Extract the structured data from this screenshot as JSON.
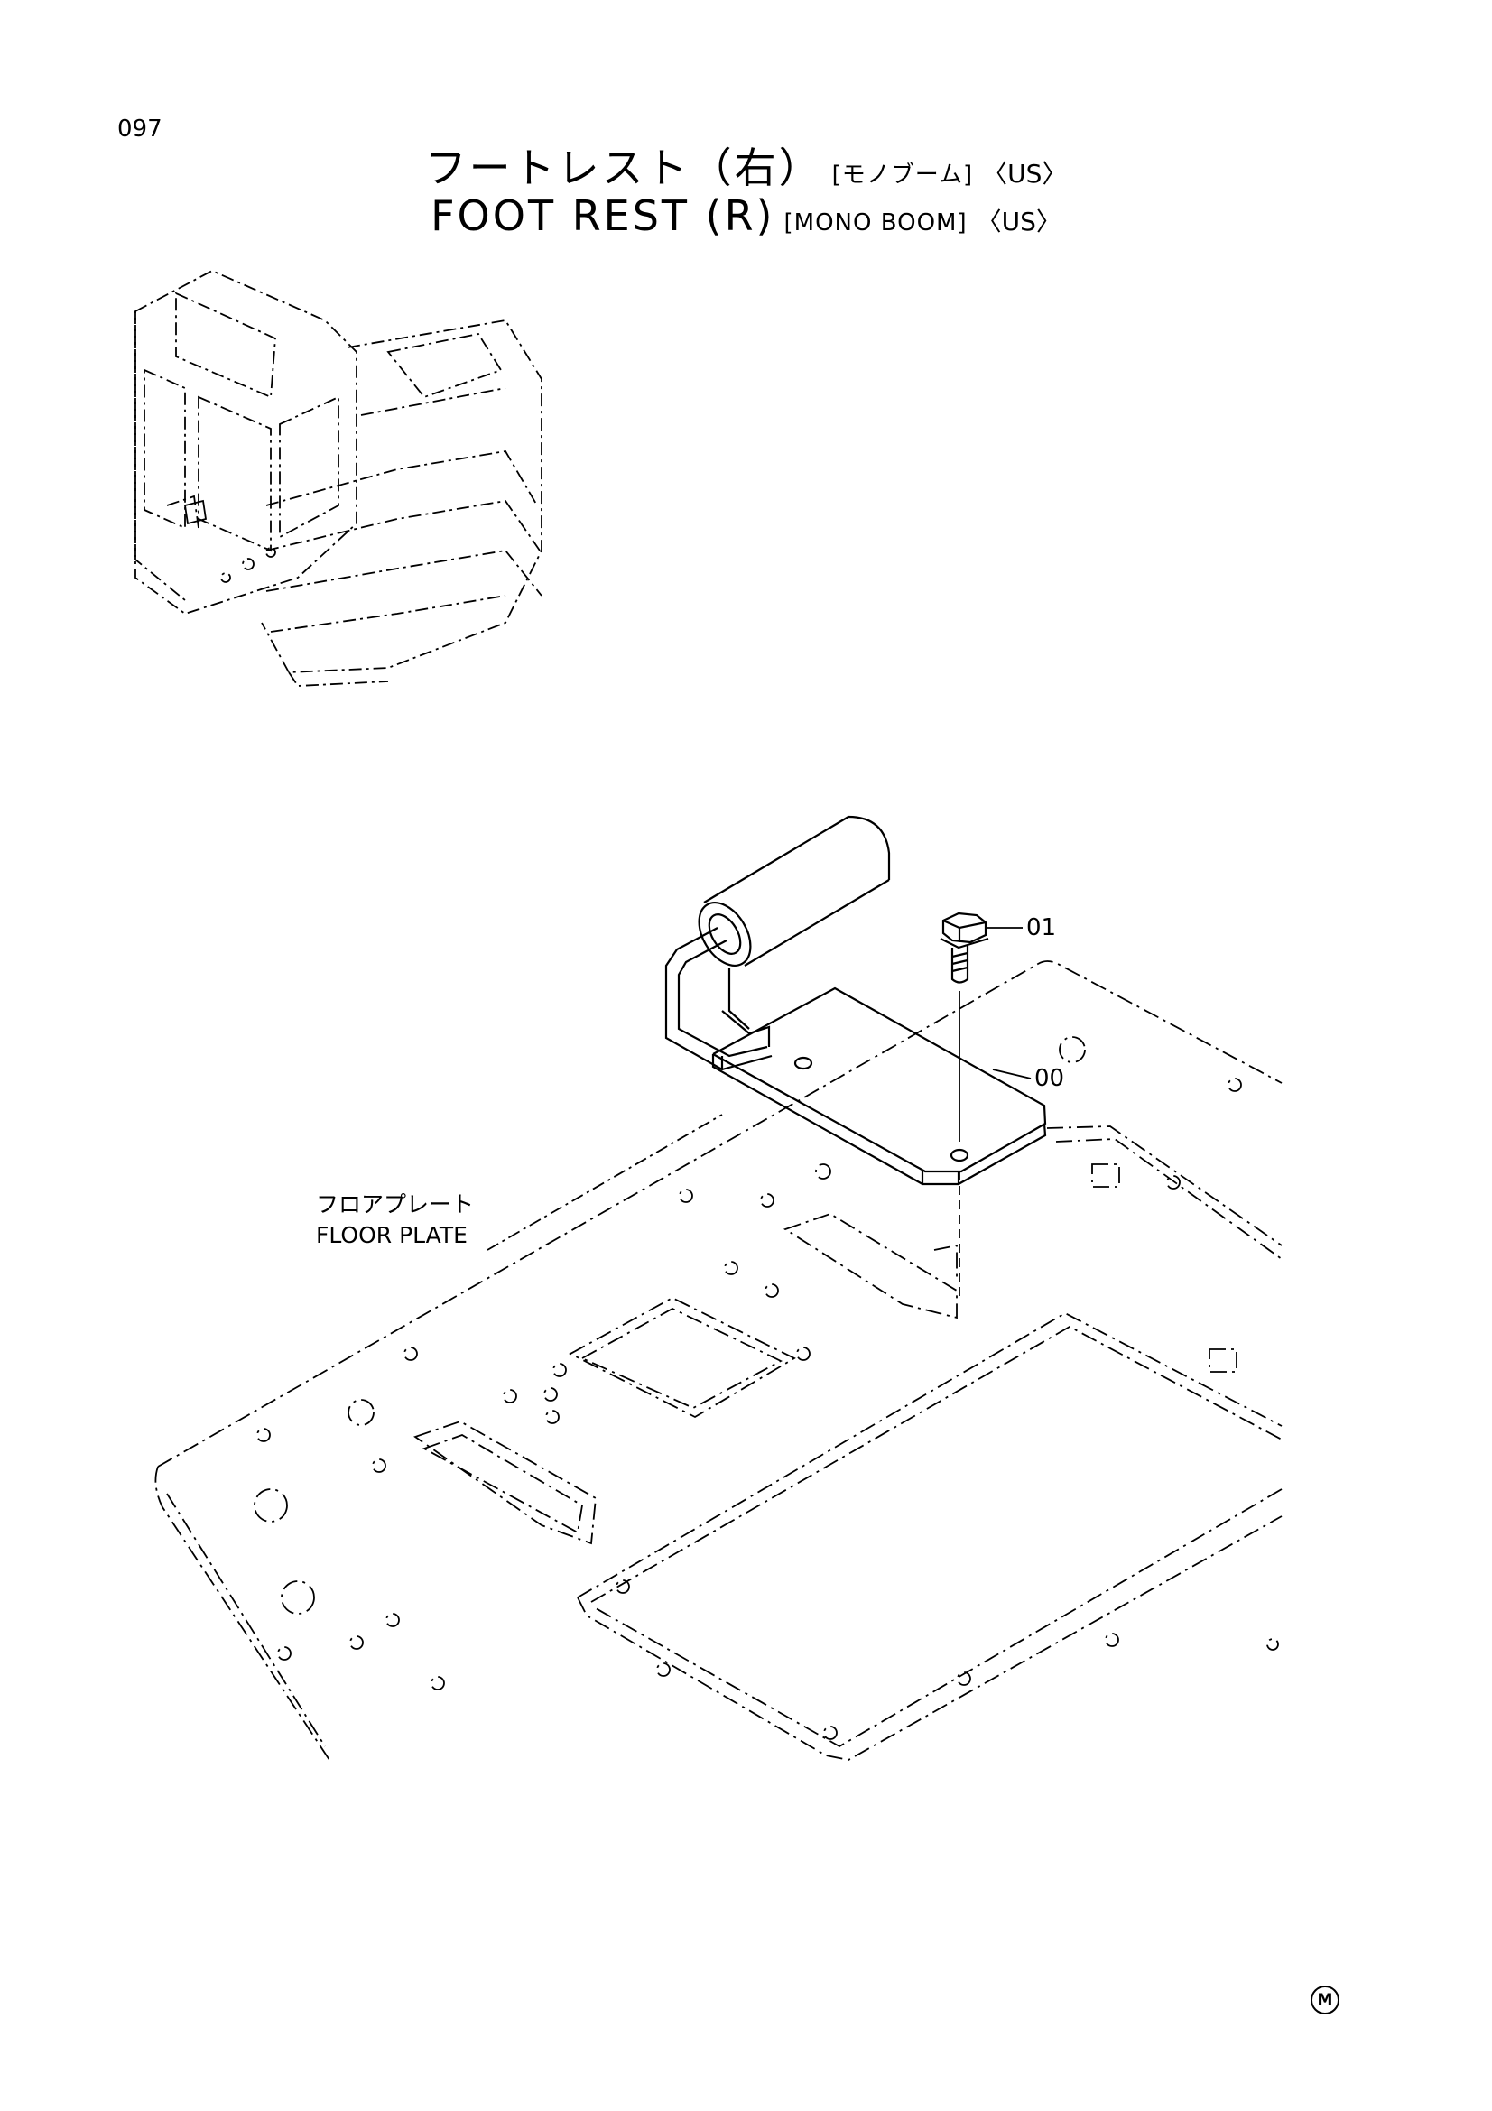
{
  "page_number": "097",
  "title": {
    "jp_main": "フートレスト（右）",
    "jp_sub": "[モノブーム]",
    "jp_tag": "〈US〉",
    "en_main": "FOOT REST (R)",
    "en_sub": "[MONO BOOM]",
    "en_tag": "〈US〉"
  },
  "callouts": {
    "bolt": "01",
    "foot_rest": "00"
  },
  "floor_plate": {
    "label_jp": "フロアプレート",
    "label_en": "FLOOR PLATE"
  },
  "corner_mark": "M"
}
